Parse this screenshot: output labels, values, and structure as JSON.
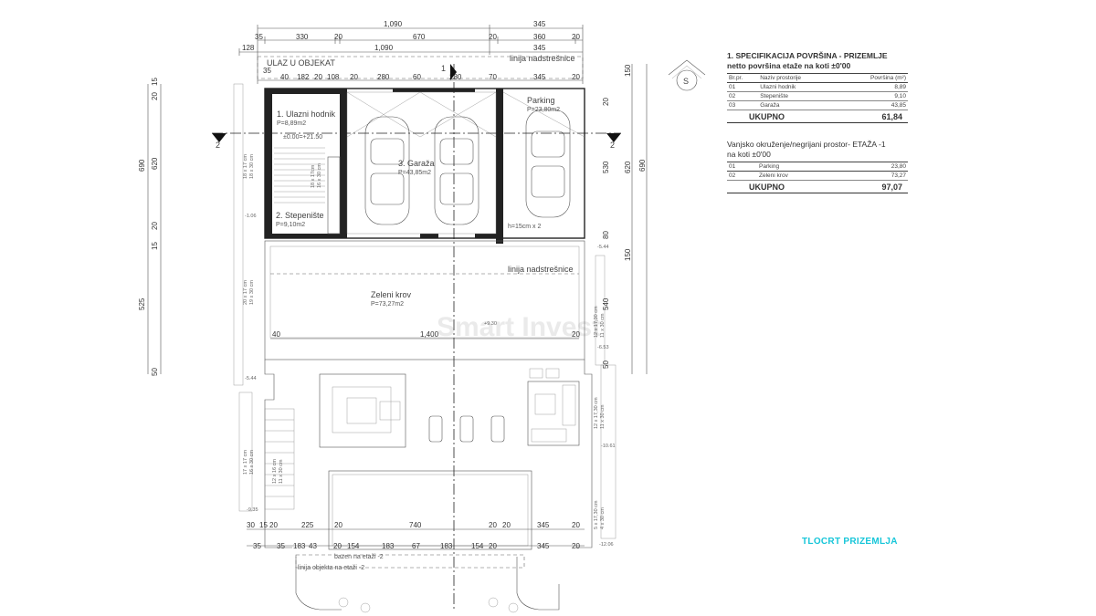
{
  "plan": {
    "title": "TLOCRT PRIZEMLJA",
    "entrance_label": "ULAZ U OBJEKAT",
    "canopy_line_top": "linija nadstrešnice",
    "canopy_line_mid": "linija nadstrešnice",
    "pool_label": "bazen na etaži -2",
    "object_line_label": "linija objekta na etaži -2",
    "step_note": "h=15cm x 2",
    "compass_letter": "S",
    "section_mark": "2",
    "section_mark_vertical": "1",
    "level_note": "±0.00=+21.50",
    "watermark_brand": "Smart Invest"
  },
  "rooms": [
    {
      "name": "1. Ulazni hodnik",
      "area": "P=8,89m2"
    },
    {
      "name": "2. Stepenište",
      "area": "P=9,10m2"
    },
    {
      "name": "3. Garaža",
      "area": "P=43,85m2"
    },
    {
      "name": "Parking",
      "area": "P=23,80m2"
    },
    {
      "name": "Zeleni krov",
      "area": "P=73,27m2"
    }
  ],
  "dims_top": {
    "row1": [
      "1,090",
      "345"
    ],
    "row2": [
      "35",
      "330",
      "20",
      "670",
      "20",
      "360",
      "20"
    ],
    "row3": [
      "128",
      "1,090",
      "345"
    ],
    "row4": [
      "35",
      "40",
      "182",
      "20",
      "108",
      "20",
      "280",
      "60",
      "280",
      "70",
      "345",
      "20"
    ]
  },
  "dims_bottom": {
    "row1": [
      "30",
      "15",
      "20",
      "225",
      "20",
      "740",
      "20",
      "20",
      "345",
      "20"
    ],
    "row2": [
      "35",
      "35",
      "183",
      "43",
      "20",
      "154",
      "183",
      "67",
      "183",
      "154",
      "20",
      "345",
      "20"
    ]
  },
  "dims_left_outer": [
    "690",
    "525"
  ],
  "dims_left_inner": [
    "15",
    "20",
    "620",
    "20",
    "15",
    "50"
  ],
  "dims_right_inner": [
    "20",
    "530",
    "80",
    "540",
    "50"
  ],
  "dims_right_outer": [
    "150",
    "620",
    "690",
    "150"
  ],
  "dims_mid": [
    "40",
    "1,400",
    "20"
  ],
  "stair_labels_left": [
    "18 x 17 cm",
    "18 x 30 cm",
    "20 x 17 cm",
    "19 x 30 cm",
    "17 x 17 cm",
    "16 x 30 cm",
    "12 x 16 cm",
    "11 x 30 cm"
  ],
  "stair_labels_inner": [
    "18 x 17cm",
    "16 x 30 cm"
  ],
  "stair_labels_right": [
    "12 x 17,30 cm",
    "11 x 30 cm",
    "12 x 17,30 cm",
    "11 x 30 cm",
    "5 x 17,30 cm",
    "4 x 30 cm"
  ],
  "levels": [
    "-1.06",
    "-5.44",
    "+9.30",
    "-5.44",
    "-6.53",
    "-10.61",
    "-9.35",
    "-12.06"
  ],
  "specs": {
    "table1": {
      "title_line1": "1. SPECIFIKACIJA POVRŠINA - PRIZEMLJE",
      "title_line2": "netto površina etaže na koti ±0'00",
      "headers": [
        "Br.pr.",
        "Naziv prostorije",
        "Površina (m²)"
      ],
      "rows": [
        [
          "01",
          "Ulazni hodnik",
          "8,89"
        ],
        [
          "02",
          "Stepenište",
          "9,10"
        ],
        [
          "03",
          "Garaža",
          "43,85"
        ]
      ],
      "total_label": "UKUPNO",
      "total_value": "61,84"
    },
    "table2": {
      "title_line1": "Vanjsko okruženje/negrijani prostor- ETAŽA -1",
      "title_line2": "na koti ±0'00",
      "rows": [
        [
          "01",
          "Parking",
          "23,80"
        ],
        [
          "02",
          "Zeleni krov",
          "73,27"
        ]
      ],
      "total_label": "UKUPNO",
      "total_value": "97,07"
    }
  }
}
